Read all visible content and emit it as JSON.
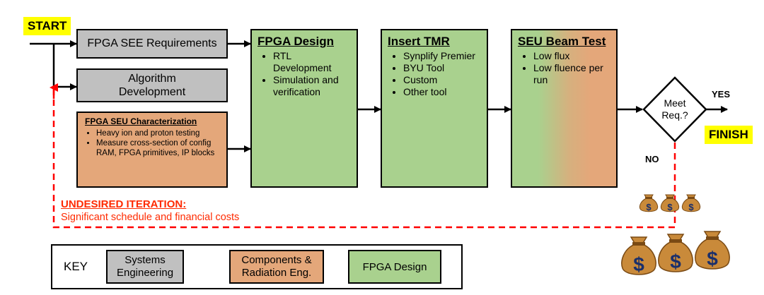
{
  "start_label": "START",
  "finish_label": "FINISH",
  "boxes": {
    "see_requirements": {
      "label": "FPGA SEE Requirements"
    },
    "algorithm": {
      "label": "Algorithm Development"
    },
    "seu_char": {
      "title": "FPGA SEU Characterization",
      "items": [
        "Heavy ion and proton testing",
        "Measure cross-section of config RAM, FPGA primitives, IP blocks"
      ]
    },
    "fpga_design": {
      "title": "FPGA Design",
      "items": [
        "RTL Development",
        "Simulation and verification"
      ]
    },
    "insert_tmr": {
      "title": "Insert TMR",
      "items": [
        "Synplify Premier",
        "BYU Tool",
        "Custom",
        "Other tool"
      ]
    },
    "beam_test": {
      "title": "SEU Beam Test",
      "items": [
        "Low flux",
        "Low fluence per run"
      ]
    }
  },
  "decision": {
    "label": "Meet Req.?",
    "yes": "YES",
    "no": "NO"
  },
  "iteration": {
    "title": "UNDESIRED ITERATION:",
    "subtitle": "Significant schedule and financial costs"
  },
  "key": {
    "label": "KEY",
    "items": [
      {
        "label": "Systems Engineering",
        "color": "#c0c0c0"
      },
      {
        "label": "Components & Radiation Eng.",
        "color": "#e4a77a"
      },
      {
        "label": "FPGA Design",
        "color": "#a9d18e"
      }
    ]
  },
  "colors": {
    "systems": "#c0c0c0",
    "components": "#e4a77a",
    "fpga": "#a9d18e",
    "iteration": "#ff0000",
    "highlight": "#ffff00"
  },
  "icons": [
    "money-bag-icon"
  ]
}
